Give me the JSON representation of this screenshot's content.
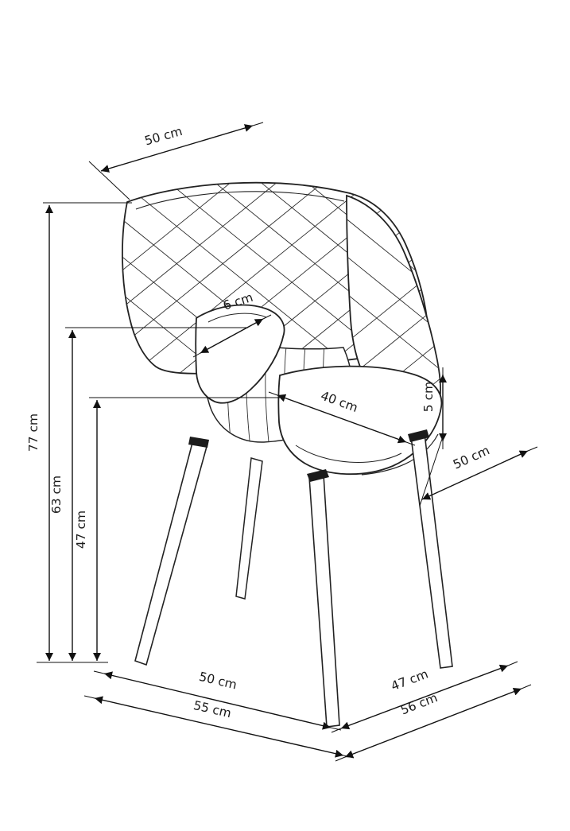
{
  "diagram": {
    "subject": "Upholstered armchair with quilted backrest and wooden legs — dimensional technical drawing",
    "unit": "cm",
    "dimensions": {
      "backrest_top_width": {
        "label": "50 cm",
        "value": 50
      },
      "total_height": {
        "label": "77 cm",
        "value": 77
      },
      "armrest_height": {
        "label": "63 cm",
        "value": 63
      },
      "seat_height": {
        "label": "47 cm",
        "value": 47
      },
      "armrest_depth": {
        "label": "6 cm",
        "value": 6
      },
      "seat_width": {
        "label": "40 cm",
        "value": 40
      },
      "seat_edge_height": {
        "label": "5 cm",
        "value": 5
      },
      "seat_depth": {
        "label": "50 cm",
        "value": 50
      },
      "front_leg_span": {
        "label": "50 cm",
        "value": 50
      },
      "total_width": {
        "label": "55 cm",
        "value": 55
      },
      "side_leg_span": {
        "label": "47 cm",
        "value": 47
      },
      "total_depth": {
        "label": "56 cm",
        "value": 56
      }
    }
  }
}
